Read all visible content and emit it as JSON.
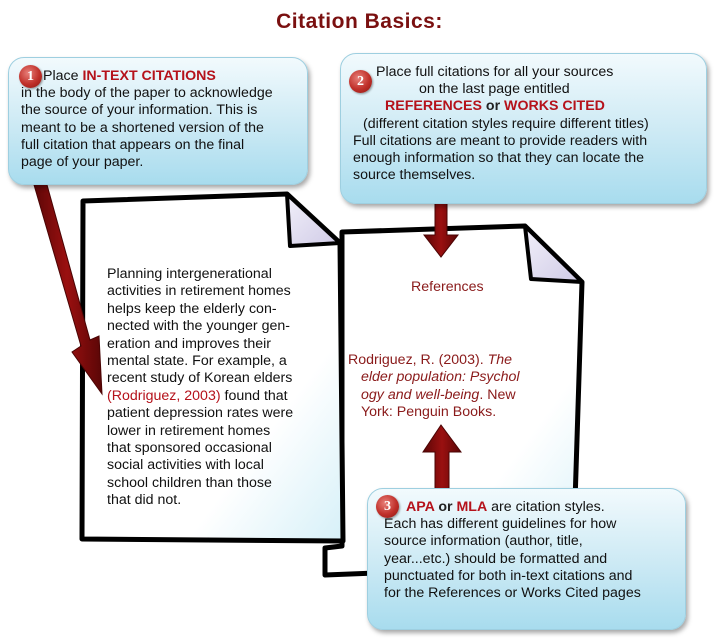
{
  "title": "Citation Basics:",
  "colors": {
    "accent_red": "#b5121b",
    "title_red": "#7a1010",
    "callout_blue": "#cbe9f4"
  },
  "callout1": {
    "number": "1",
    "line1_prefix": "Place ",
    "line1_emphasis": "IN-TEXT CITATIONS",
    "lines": [
      "in the body of the paper to acknowledge",
      "the source of your information.  This is",
      "meant to be a shortened version of the",
      "full citation that appears on the final",
      "page of your paper."
    ]
  },
  "callout2": {
    "number": "2",
    "line1": "Place full citations for all your sources",
    "line2": "on the last page entitled",
    "title_a": "REFERENCES",
    "title_or": " or ",
    "title_b": "WORKS CITED",
    "lines": [
      "(different citation styles require different titles)",
      "Full citations are meant to provide readers with",
      "enough information so that they can locate the",
      "source themselves."
    ]
  },
  "callout3": {
    "number": "3",
    "style_a": "APA",
    "style_or": " or ",
    "style_b": "MLA",
    "line1_suffix": " are citation styles.",
    "lines": [
      "Each has different guidelines for how",
      "source information (author, title,",
      "year...etc.) should be formatted and",
      "punctuated for both in-text citations and",
      "for the References or Works Cited pages"
    ]
  },
  "paper": {
    "lines_before": [
      "Planning intergenerational",
      "activities in retirement homes",
      "helps keep the elderly con-",
      "nected with the younger gen-",
      "eration and improves their",
      "mental state. For example, a",
      "recent study of Korean elders"
    ],
    "citation": "(Rodriguez, 2003)",
    "citation_suffix": " found that",
    "lines_after": [
      "patient depression rates were",
      "lower in retirement homes",
      "that sponsored occasional",
      "social activities with local",
      "school children than those",
      "that did not."
    ]
  },
  "references": {
    "heading": "References",
    "author": "Rodriguez, R. (2003). ",
    "title_part1": "The",
    "title_part2": "elder population: Psychol",
    "title_part3": "ogy and well-being",
    "period": ".",
    "publisher_part1": " New",
    "publisher_part2": "York: Penguin Books."
  }
}
